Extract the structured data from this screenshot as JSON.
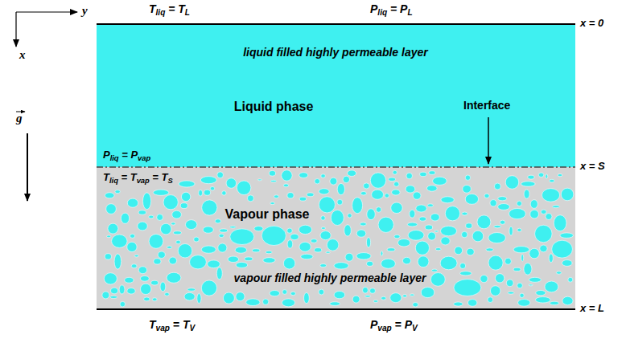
{
  "diagram": {
    "nodes": [
      {
        "text": [
          "liquid filled highly permeable layer",
          "Liquid phase"
        ]
      },
      {
        "text": [
          "Vapour phase",
          "vapour filled highly permeable layer"
        ]
      }
    ],
    "labels": [
      "y",
      "x",
      "g",
      "Tliq = TL",
      "Pliq = PL",
      "x = 0",
      "Interface",
      "Pliq = Pvap",
      "Tliq = Tvap = TS",
      "x = S",
      "x = L",
      "Tvap = TV",
      "Pvap = PV"
    ]
  }
}
